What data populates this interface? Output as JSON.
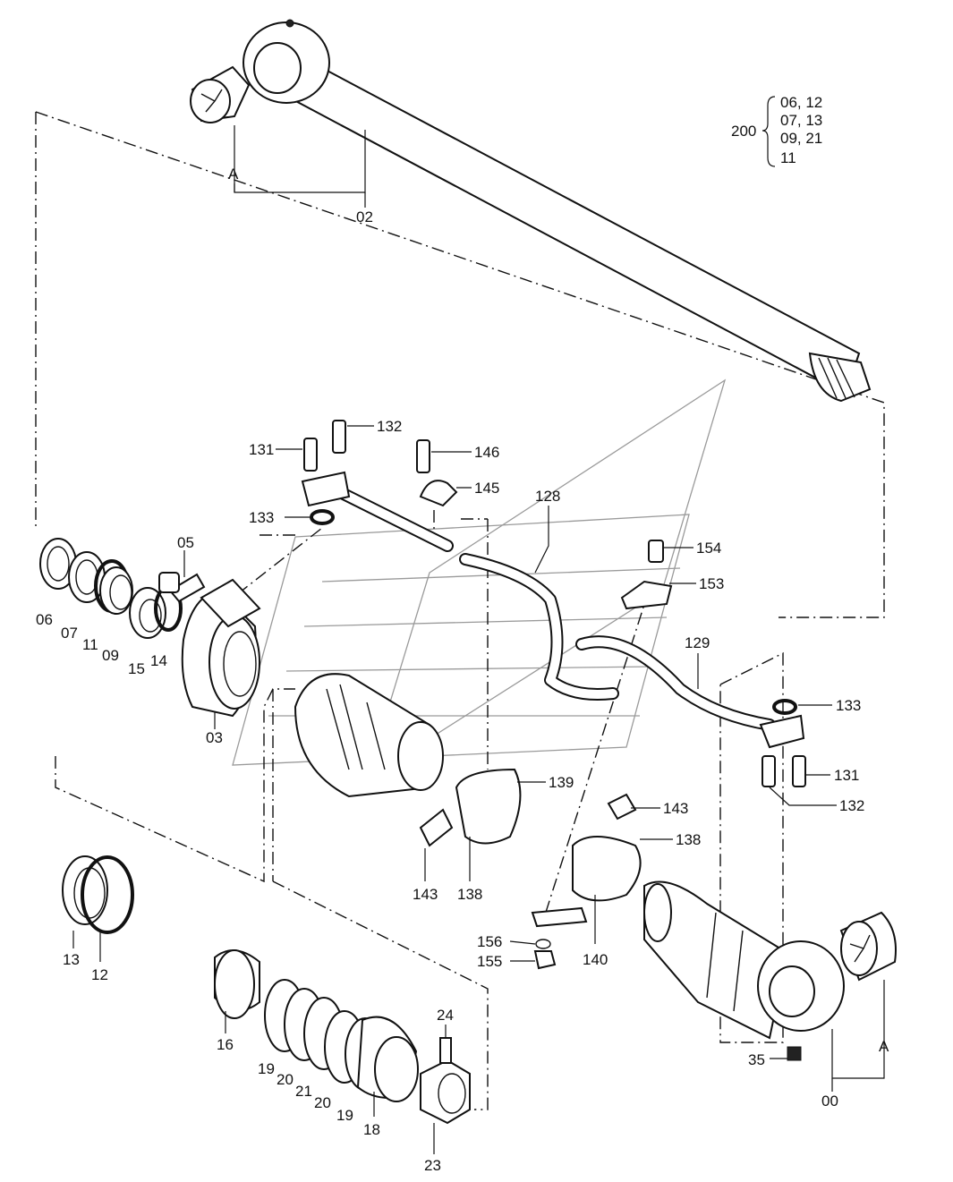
{
  "kit": {
    "label": "200",
    "rows": [
      "06, 12",
      "07, 13",
      "09, 21",
      "11"
    ]
  },
  "callouts": {
    "c00": "00",
    "c02": "02",
    "c03": "03",
    "c05": "05",
    "c06": "06",
    "c07": "07",
    "c09": "09",
    "c11": "11",
    "c12": "12",
    "c13": "13",
    "c14": "14",
    "c15": "15",
    "c16": "16",
    "c18": "18",
    "c19a": "19",
    "c19b": "19",
    "c20a": "20",
    "c20b": "20",
    "c21": "21",
    "c23": "23",
    "c24": "24",
    "c35": "35",
    "c128": "128",
    "c129": "129",
    "c131a": "131",
    "c131b": "131",
    "c132a": "132",
    "c132b": "132",
    "c133a": "133",
    "c133b": "133",
    "c138a": "138",
    "c138b": "138",
    "c139": "139",
    "c140": "140",
    "c143a": "143",
    "c143b": "143",
    "c145": "145",
    "c146": "146",
    "c153": "153",
    "c154": "154",
    "c155": "155",
    "c156": "156",
    "cAtop": "A",
    "cAbottom": "A"
  }
}
